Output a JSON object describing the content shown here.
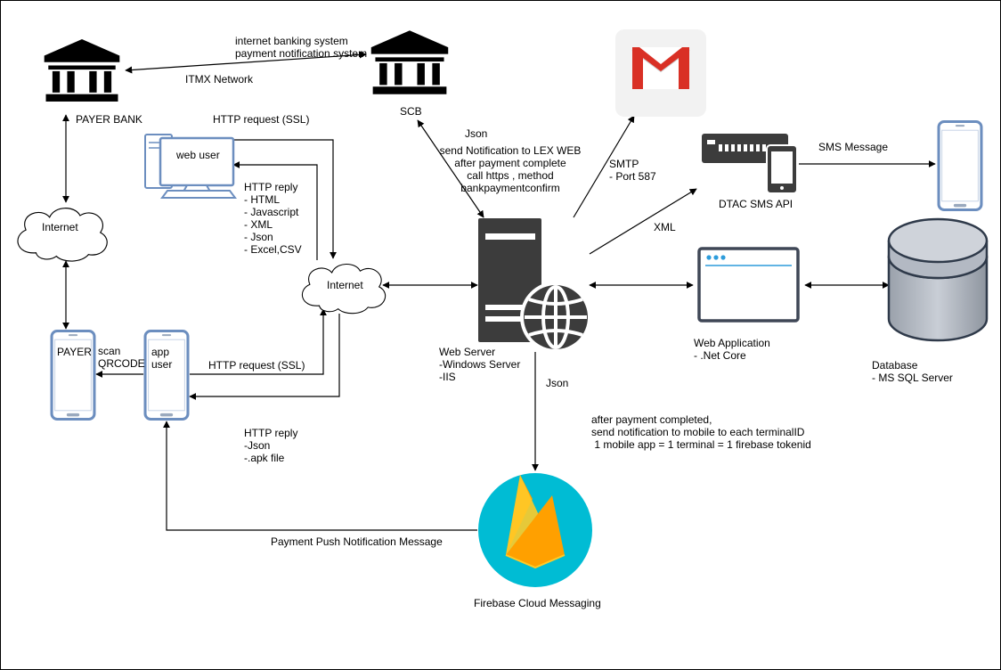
{
  "nodes": {
    "payer_bank": {
      "label": "PAYER BANK"
    },
    "scb": {
      "label": "SCB"
    },
    "internet_left": {
      "label": "Internet"
    },
    "internet_center": {
      "label": "Internet"
    },
    "web_user": {
      "label": "web user"
    },
    "payer_phone": {
      "label": "PAYER"
    },
    "app_user": {
      "lines": [
        "app",
        "user"
      ]
    },
    "web_server": {
      "lines": [
        "Web Server",
        "-Windows Server",
        "-IIS"
      ]
    },
    "gmail": {
      "icon": "gmail-icon",
      "accent": "#d93025"
    },
    "dtac_sms_api": {
      "label": "DTAC SMS API"
    },
    "sms_phone": {
      "icon": "mobile-phone-icon"
    },
    "web_application": {
      "lines": [
        "Web Application",
        "- .Net Core"
      ]
    },
    "database": {
      "lines": [
        "Database",
        "- MS SQL Server"
      ]
    },
    "firebase": {
      "label": "Firebase Cloud Messaging",
      "bg": "#00bcd4",
      "flame_colors": [
        "#ffa000",
        "#f57c00",
        "#ffca28"
      ]
    }
  },
  "edges": {
    "bank_to_scb_top": [
      "internet banking system",
      "payment notification system"
    ],
    "bank_to_scb_bottom": "ITMX Network",
    "http_request_ssl_top": "HTTP request (SSL)",
    "http_reply_web": [
      "HTTP reply",
      "- HTML",
      "- Javascript",
      "- XML",
      "- Json",
      "- Excel,CSV"
    ],
    "scan_qr": [
      "scan",
      "QRCODE"
    ],
    "http_request_ssl_app": "HTTP request (SSL)",
    "http_reply_app": [
      "HTTP reply",
      "-Json",
      "-.apk file"
    ],
    "scb_json": "Json",
    "scb_notification": [
      "send Notification to LEX WEB",
      "after payment complete",
      "call https , method",
      "bankpaymentconfirm"
    ],
    "smtp": [
      "SMTP",
      " - Port 587"
    ],
    "xml": "XML",
    "sms_message": "SMS Message",
    "server_json": "Json",
    "fcm_note": [
      "after payment completed,",
      "send notification to mobile to each terminalID",
      " 1 mobile app = 1 terminal = 1 firebase tokenid"
    ],
    "push_message": "Payment Push Notification Message"
  }
}
